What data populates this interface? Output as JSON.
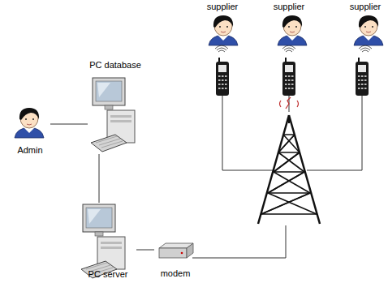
{
  "diagram": {
    "nodes": [
      {
        "text": [
          "supplier"
        ]
      },
      {
        "text": [
          "supplier"
        ]
      },
      {
        "text": [
          "supplier"
        ]
      },
      {
        "text": [
          "PC database"
        ]
      },
      {
        "text": [
          "Admin"
        ]
      },
      {
        "text": [
          "PC server"
        ]
      },
      {
        "text": [
          "modem"
        ]
      }
    ],
    "edges": [
      {
        "from": 4,
        "to": 3,
        "arrow": "none"
      },
      {
        "from": 3,
        "to": 5,
        "arrow": "none"
      },
      {
        "from": 5,
        "to": 6,
        "arrow": "none"
      }
    ]
  }
}
